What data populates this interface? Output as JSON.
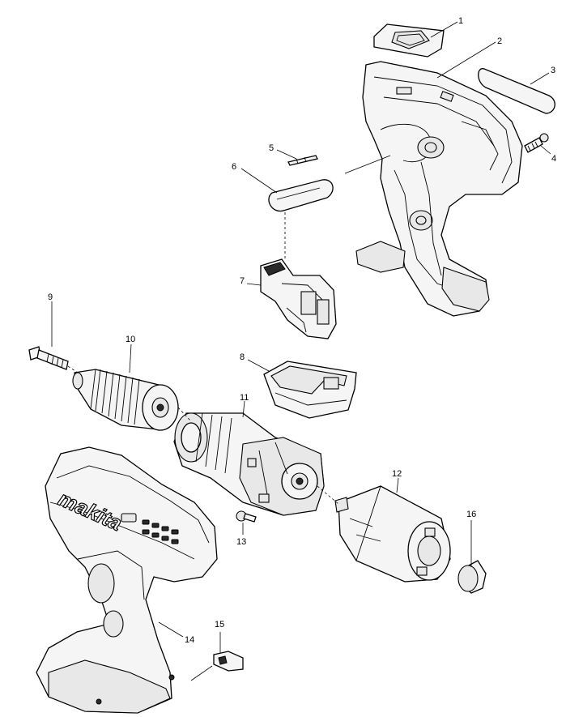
{
  "callouts": [
    {
      "id": "c1",
      "text": "1"
    },
    {
      "id": "c2",
      "text": "2"
    },
    {
      "id": "c3",
      "text": "3"
    },
    {
      "id": "c4",
      "text": "4"
    },
    {
      "id": "c5",
      "text": "5"
    },
    {
      "id": "c6",
      "text": "6"
    },
    {
      "id": "c7",
      "text": "7"
    },
    {
      "id": "c8",
      "text": "8"
    },
    {
      "id": "c9",
      "text": "9"
    },
    {
      "id": "c10",
      "text": "10"
    },
    {
      "id": "c11",
      "text": "11"
    },
    {
      "id": "c12",
      "text": "12"
    },
    {
      "id": "c13",
      "text": "13"
    },
    {
      "id": "c14",
      "text": "14"
    },
    {
      "id": "c15",
      "text": "15"
    },
    {
      "id": "c16",
      "text": "16"
    }
  ],
  "brand": {
    "logo_text": "makita"
  },
  "colors": {
    "line": "#000000",
    "background": "#ffffff"
  }
}
